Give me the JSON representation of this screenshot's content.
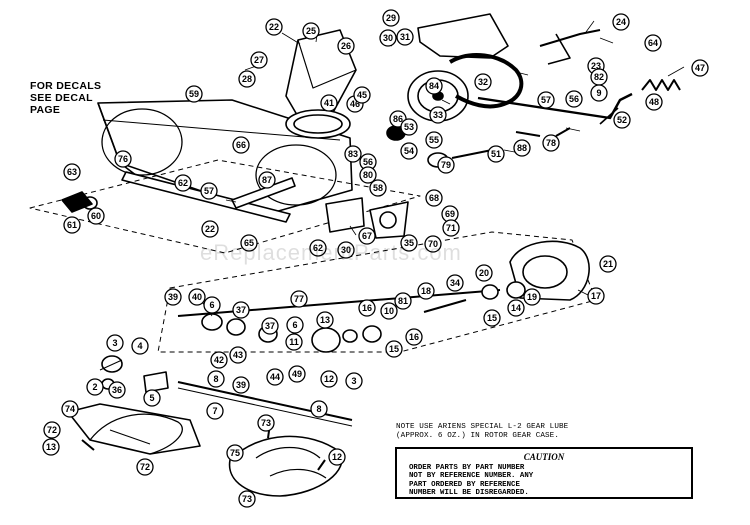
{
  "decal_note": [
    "FOR DECALS",
    "SEE DECAL",
    "PAGE"
  ],
  "watermark": "eReplacementParts.com",
  "note": [
    "NOTE  USE ARIENS SPECIAL L-2 GEAR LUBE",
    "(APPROX. 6 OZ.) IN ROTOR GEAR CASE."
  ],
  "caution": {
    "title": "CAUTION",
    "lines": [
      "ORDER PARTS BY PART NUMBER",
      "NOT BY REFERENCE NUMBER. ANY",
      "PART ORDERED BY REFERENCE",
      "NUMBER WILL BE DISREGARDED."
    ]
  },
  "callouts": [
    "22",
    "25",
    "29",
    "24",
    "27",
    "26",
    "30",
    "31",
    "64",
    "28",
    "23",
    "32",
    "82",
    "47",
    "84",
    "9",
    "57",
    "56",
    "59",
    "41",
    "46",
    "45",
    "48",
    "33",
    "86",
    "53",
    "52",
    "66",
    "76",
    "83",
    "55",
    "54",
    "79",
    "51",
    "88",
    "78",
    "63",
    "56",
    "80",
    "62",
    "57",
    "87",
    "58",
    "22",
    "68",
    "69",
    "71",
    "60",
    "61",
    "65",
    "62",
    "30",
    "67",
    "35",
    "70",
    "21",
    "34",
    "18",
    "20",
    "19",
    "17",
    "39",
    "40",
    "77",
    "81",
    "6",
    "37",
    "6",
    "37",
    "11",
    "13",
    "16",
    "10",
    "16",
    "14",
    "15",
    "15",
    "3",
    "4",
    "42",
    "43",
    "2",
    "36",
    "44",
    "49",
    "12",
    "3",
    "5",
    "8",
    "39",
    "7",
    "8",
    "74",
    "73",
    "72",
    "13",
    "72",
    "75",
    "12",
    "73"
  ]
}
